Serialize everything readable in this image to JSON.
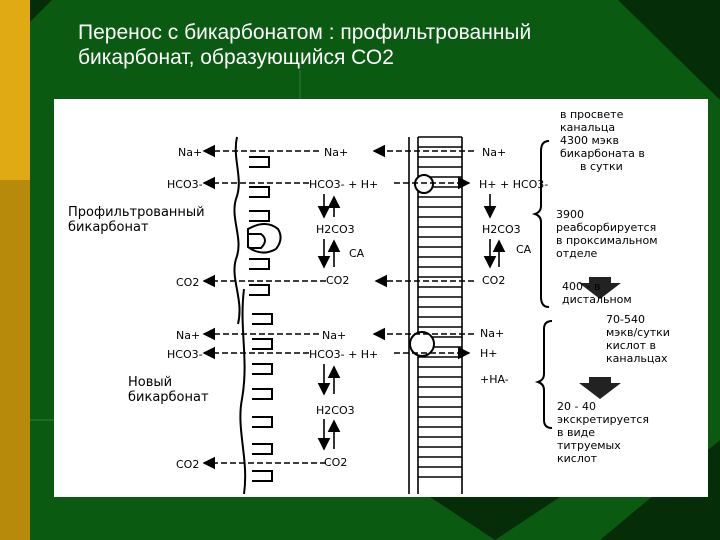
{
  "title": {
    "line1": "Перенос с бикарбонатом : профильтрованный",
    "line2": "бикарбонат, образующийся СО2"
  },
  "colors": {
    "background": "#0b5a12",
    "accent": "#e0aa14",
    "panel": "#ffffff",
    "title_text": "#ffffff"
  },
  "diagram": {
    "left_labels": {
      "filtered": [
        "Профильтрованный",
        "бикарбонат"
      ],
      "new": [
        "Новый",
        "бикарбонат"
      ]
    },
    "upper": {
      "blood_na": "Na+",
      "blood_hco3": "HCO3-",
      "blood_co2": "CO2",
      "cell_na": "Na+",
      "cell_hco3_h": "HCO3- + H+",
      "cell_h2co3": "H2CO3",
      "cell_ca": "CA",
      "cell_co2": "CO2",
      "lumen_na": "Na+",
      "lumen_h_hco3": "H+ + HCO3-",
      "lumen_h2co3": "H2CO3",
      "lumen_ca": "CA",
      "lumen_co2": "CO2"
    },
    "lower": {
      "blood_na": "Na+",
      "blood_hco3": "HCO3-",
      "blood_co2": "CO2",
      "cell_na": "Na+",
      "cell_hco3_h": "HCO3- + H+",
      "cell_h2co3": "H2CO3",
      "cell_co2": "CO2",
      "lumen_na": "Na+",
      "lumen_h": "H+",
      "lumen_ha": "+HA-"
    },
    "notes": {
      "lumen": [
        "в просвете",
        "канальца",
        "4300 мэкв",
        "бикарбоната в",
        "в сутки"
      ],
      "proximal": [
        "3900",
        "реабсорбируется",
        "в проксимальном",
        "отделе"
      ],
      "distal": [
        "400 - в",
        "дистальном"
      ],
      "acids": [
        "70-540",
        "мэкв/сутки",
        "кислот в",
        "канальцах"
      ],
      "excreted": [
        "20 - 40",
        "экскретируется",
        "в виде",
        "титруемых",
        "кислот"
      ]
    }
  }
}
